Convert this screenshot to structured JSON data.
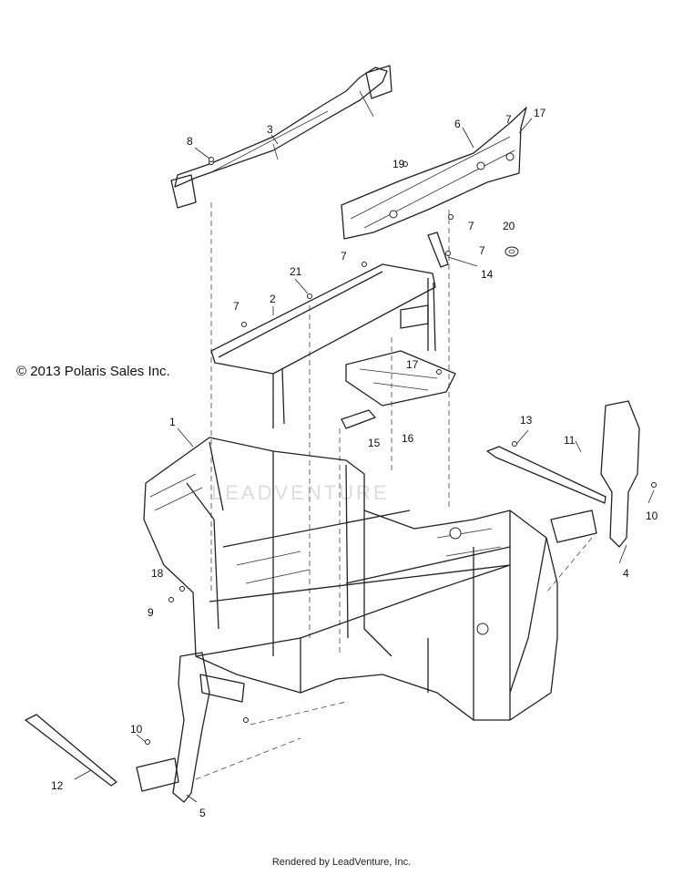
{
  "copyright": "© 2013 Polaris Sales Inc.",
  "footer": "Rendered by LeadVenture, Inc.",
  "watermark": "LEADVENTURE",
  "callouts": {
    "c1": "1",
    "c2": "2",
    "c3": "3",
    "c4": "4",
    "c5": "5",
    "c6": "6",
    "c7a": "7",
    "c7b": "7",
    "c7c": "7",
    "c7d": "7",
    "c7e": "7",
    "c8": "8",
    "c9": "9",
    "c10a": "10",
    "c10b": "10",
    "c11": "11",
    "c12": "12",
    "c13": "13",
    "c14": "14",
    "c15": "15",
    "c16": "16",
    "c17a": "17",
    "c17b": "17",
    "c18": "18",
    "c19": "19",
    "c20": "20",
    "c21": "21"
  }
}
